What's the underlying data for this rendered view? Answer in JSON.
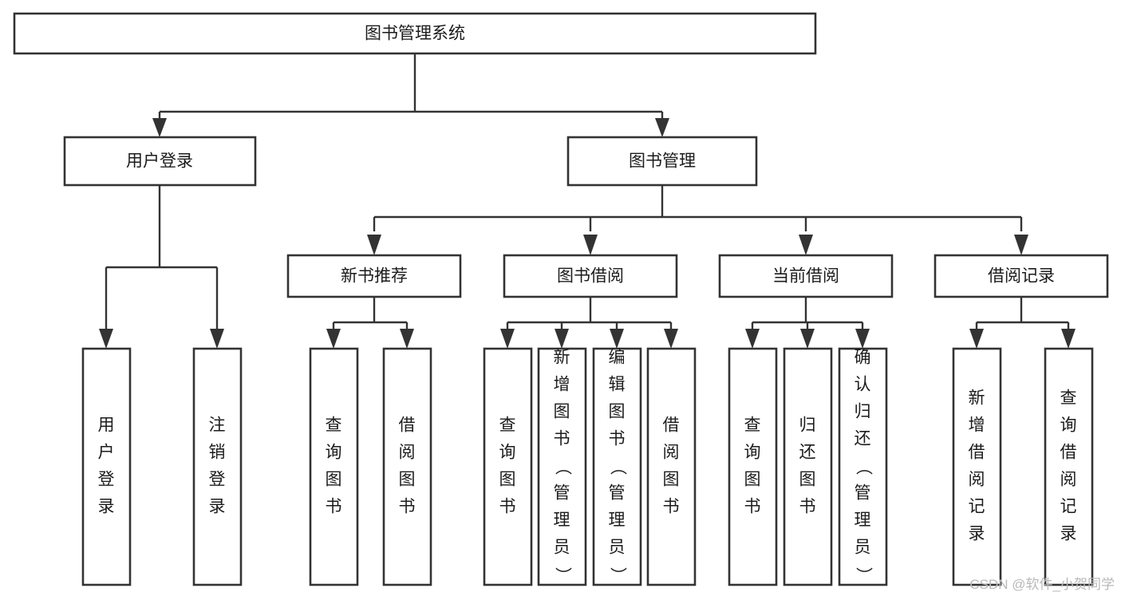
{
  "diagram": {
    "type": "tree",
    "title": "图书管理系统",
    "watermark": "CSDN @软件_小贺同学",
    "colors": {
      "stroke": "#333333",
      "fill": "#ffffff",
      "text": "#1b1b1b",
      "watermark": "#b9b9b9",
      "background": "#ffffff"
    },
    "root": {
      "label": "图书管理系统",
      "orientation": "horizontal"
    },
    "level2": [
      {
        "label": "用户登录",
        "orientation": "horizontal"
      },
      {
        "label": "图书管理",
        "orientation": "horizontal"
      }
    ],
    "level3": [
      {
        "label": "新书推荐",
        "orientation": "horizontal",
        "parent": "图书管理"
      },
      {
        "label": "图书借阅",
        "orientation": "horizontal",
        "parent": "图书管理"
      },
      {
        "label": "当前借阅",
        "orientation": "horizontal",
        "parent": "图书管理"
      },
      {
        "label": "借阅记录",
        "orientation": "horizontal",
        "parent": "图书管理"
      }
    ],
    "leaves": [
      {
        "label": "用户登录",
        "orientation": "vertical",
        "parent": "用户登录",
        "chars": [
          "用",
          "户",
          "登",
          "录"
        ]
      },
      {
        "label": "注销登录",
        "orientation": "vertical",
        "parent": "用户登录",
        "chars": [
          "注",
          "销",
          "登",
          "录"
        ]
      },
      {
        "label": "查询图书",
        "orientation": "vertical",
        "parent": "新书推荐",
        "chars": [
          "查",
          "询",
          "图",
          "书"
        ]
      },
      {
        "label": "借阅图书",
        "orientation": "vertical",
        "parent": "新书推荐",
        "chars": [
          "借",
          "阅",
          "图",
          "书"
        ]
      },
      {
        "label": "查询图书",
        "orientation": "vertical",
        "parent": "图书借阅",
        "chars": [
          "查",
          "询",
          "图",
          "书"
        ]
      },
      {
        "label": "新增图书（管理员）",
        "orientation": "vertical",
        "parent": "图书借阅",
        "chars": [
          "新",
          "增",
          "图",
          "书",
          "（",
          "管",
          "理",
          "员",
          "）"
        ]
      },
      {
        "label": "编辑图书（管理员）",
        "orientation": "vertical",
        "parent": "图书借阅",
        "chars": [
          "编",
          "辑",
          "图",
          "书",
          "（",
          "管",
          "理",
          "员",
          "）"
        ]
      },
      {
        "label": "借阅图书",
        "orientation": "vertical",
        "parent": "图书借阅",
        "chars": [
          "借",
          "阅",
          "图",
          "书"
        ]
      },
      {
        "label": "查询图书",
        "orientation": "vertical",
        "parent": "当前借阅",
        "chars": [
          "查",
          "询",
          "图",
          "书"
        ]
      },
      {
        "label": "归还图书",
        "orientation": "vertical",
        "parent": "当前借阅",
        "chars": [
          "归",
          "还",
          "图",
          "书"
        ]
      },
      {
        "label": "确认归还（管理员）",
        "orientation": "vertical",
        "parent": "当前借阅",
        "chars": [
          "确",
          "认",
          "归",
          "还",
          "（",
          "管",
          "理",
          "员",
          "）"
        ]
      },
      {
        "label": "新增借阅记录",
        "orientation": "vertical",
        "parent": "借阅记录",
        "chars": [
          "新",
          "增",
          "借",
          "阅",
          "记",
          "录"
        ]
      },
      {
        "label": "查询借阅记录",
        "orientation": "vertical",
        "parent": "借阅记录",
        "chars": [
          "查",
          "询",
          "借",
          "阅",
          "记",
          "录"
        ]
      }
    ]
  }
}
